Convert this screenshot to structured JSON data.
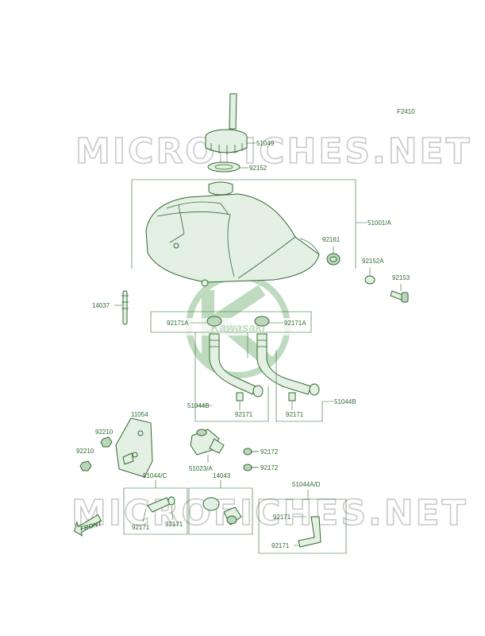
{
  "figure_code": "F2410",
  "watermark_text": "MICROFICHES.NET",
  "logo_text": "Kawasaki",
  "front_label": "FRONT",
  "colors": {
    "line": "#2f6a2f",
    "fill": "#e4f0e4",
    "watermark": "#c9c9c9"
  },
  "parts": {
    "p51049": "51049",
    "p92152": "92152",
    "p51001A": "51001/A",
    "p92161": "92161",
    "p92152A": "92152A",
    "p92153": "92153",
    "p14037": "14037",
    "p92171A_left": "92171A",
    "p92171A_right": "92171A",
    "p51044B_left": "51044B",
    "p51044B_right": "51044B",
    "p92171_left": "92171",
    "p92171_right": "92171",
    "p11054": "11054",
    "p92210_a": "92210",
    "p92210_b": "92210",
    "p92172_a": "92172",
    "p92172_b": "92172",
    "p51023A": "51023/A",
    "p51044C": "51044/C",
    "p14043": "14043",
    "p92171_c1": "92171",
    "p92171_c2": "92171",
    "p51044AD": "51044A/D",
    "p92171_d1": "92171",
    "p92171_d2": "92171"
  }
}
